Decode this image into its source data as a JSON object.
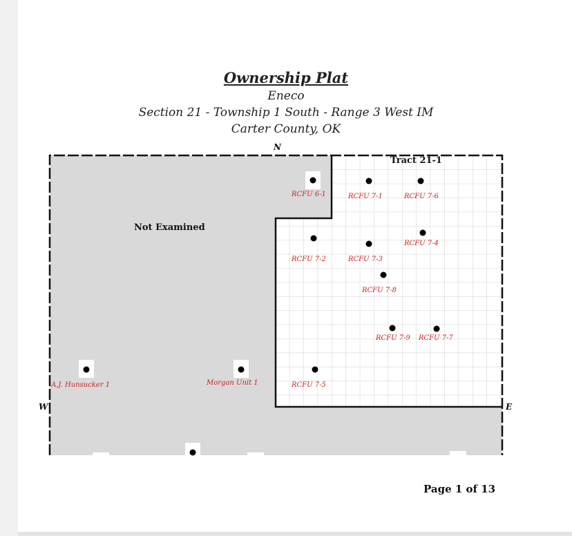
{
  "document": {
    "title": "Ownership Plat",
    "operator": "Eneco",
    "location": "Section 21 - Township 1 South - Range 3 West IM",
    "county": "Carter County, OK",
    "page_label": "Page 1 of 13"
  },
  "compass": {
    "north": "N",
    "west": "W",
    "east": "E"
  },
  "areas": {
    "not_examined": "Not Examined",
    "tract": "Tract 21-1"
  },
  "wells": [
    {
      "label": "RCFU 6-1"
    },
    {
      "label": "RCFU 7-1"
    },
    {
      "label": "RCFU 7-6"
    },
    {
      "label": "RCFU 7-2"
    },
    {
      "label": "RCFU 7-3"
    },
    {
      "label": "RCFU 7-4"
    },
    {
      "label": "RCFU 7-8"
    },
    {
      "label": "RCFU 7-9"
    },
    {
      "label": "RCFU 7-7"
    },
    {
      "label": "RCFU 7-5"
    },
    {
      "label": "A.J. Hunsucker 1"
    },
    {
      "label": "Morgan Unit 1"
    }
  ],
  "colors": {
    "not_examined_fill": "#d9d9d9",
    "grid": "#d4d4d4",
    "well_label": "#cc2222"
  }
}
